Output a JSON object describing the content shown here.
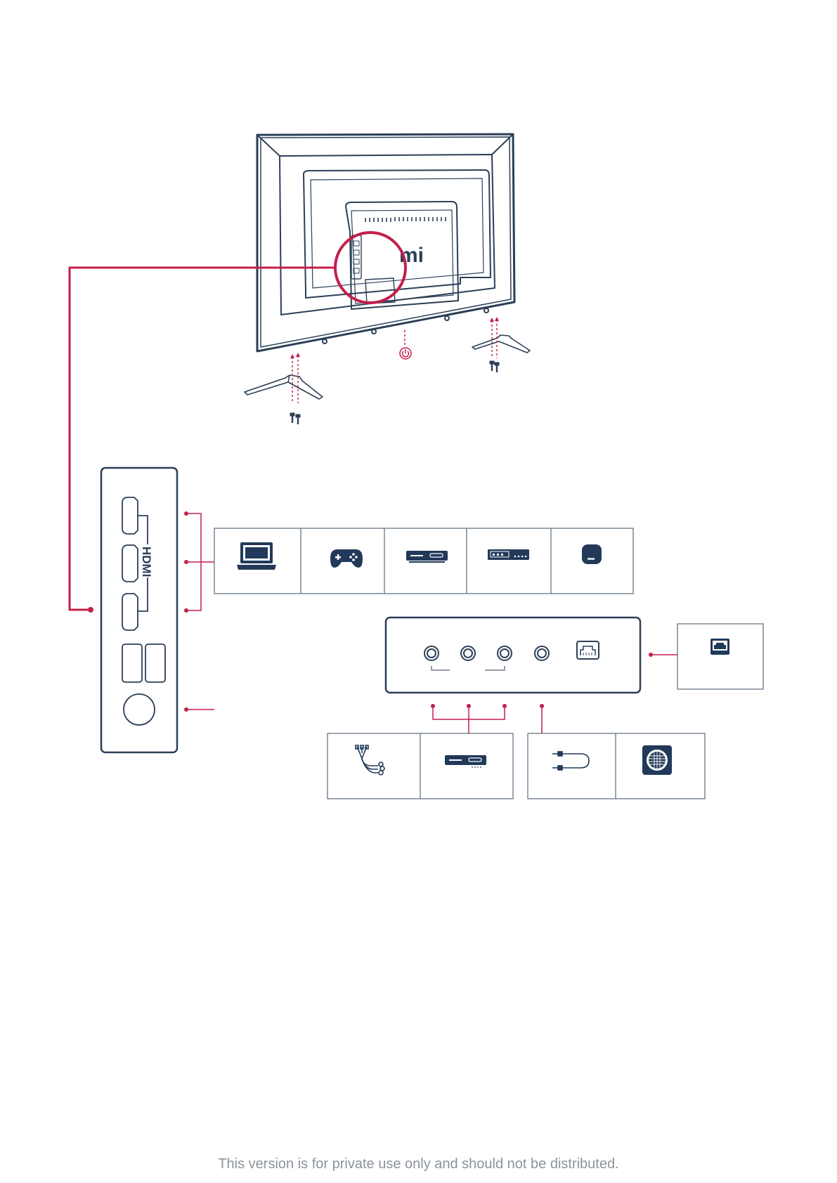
{
  "brand": {
    "logo_text": "mi"
  },
  "hdmi_label": "HDMI",
  "footer": {
    "notice": "This version is for private use only and should not be distributed."
  },
  "colors": {
    "line": "#2b3f57",
    "accent": "#c41f4b",
    "icon_fill": "#22395a",
    "box_border": "#5a6a7c"
  },
  "devices": {
    "hdmi": [
      "laptop-icon",
      "game-controller-icon",
      "set-top-box-icon",
      "dvd-player-icon",
      "mi-box-icon"
    ],
    "av": [
      "rca-cable-icon",
      "set-top-box-icon"
    ],
    "audio": [
      "audio-cable-icon",
      "speaker-icon"
    ],
    "network": [
      "ethernet-icon"
    ]
  }
}
